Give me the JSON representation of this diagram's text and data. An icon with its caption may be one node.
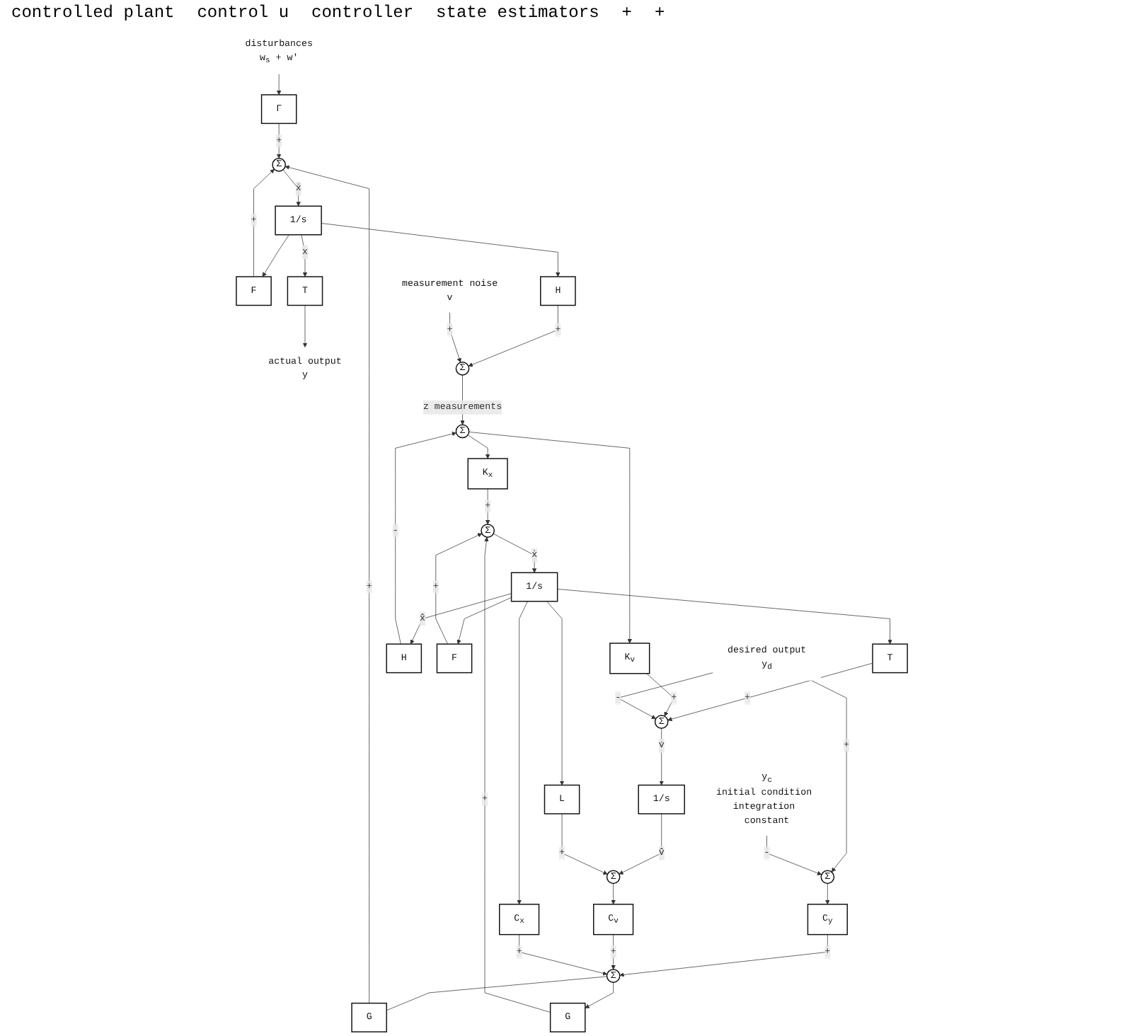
{
  "diagram": {
    "nodes": [
      {
        "text": [
          "disturbances",
          "w$_{s}$ + w'"
        ]
      },
      {
        "text": [
          "Γ"
        ]
      },
      {
        "text": [
          "G"
        ]
      },
      {
        "text": [
          "Σ"
        ]
      },
      {
        "text": [
          "1/s"
        ]
      },
      {
        "text": [
          "F"
        ]
      },
      {
        "text": [
          "T"
        ]
      },
      {
        "text": [
          "actual output",
          "y"
        ]
      },
      {
        "text": [
          "H"
        ]
      },
      {
        "text": [
          "Σ"
        ]
      },
      {
        "text": [
          "measurement noise",
          "v"
        ]
      },
      {
        "text": [
          "Σ"
        ]
      },
      {
        "text": [
          "desired output",
          "y$_{d}$"
        ]
      },
      {
        "text": [
          "H"
        ]
      },
      {
        "text": [
          "G"
        ]
      },
      {
        "text": [
          "Σ"
        ]
      },
      {
        "text": [
          "1/s"
        ]
      },
      {
        "text": [
          "K$_{x}$"
        ]
      },
      {
        "text": [
          "F"
        ]
      },
      {
        "text": [
          "T"
        ]
      },
      {
        "text": [
          "Σ"
        ]
      },
      {
        "text": [
          "1/s"
        ]
      },
      {
        "text": [
          "K$_{v}$"
        ]
      },
      {
        "text": [
          "Σ"
        ]
      },
      {
        "text": [
          "C$_{y}$"
        ]
      },
      {
        "text": [
          "C$_{v}$"
        ]
      },
      {
        "text": [
          "C$_{x}$"
        ]
      },
      {
        "text": [
          "Σ"
        ]
      },
      {
        "text": [
          "Σ"
        ]
      },
      {
        "text": [
          "L"
        ]
      },
      {
        "text": [
          "y$_{c}$",
          "initial condition integration constant"
        ]
      }
    ],
    "edges": [
      {
        "from": 0,
        "to": 1,
        "arrow": "to"
      },
      {
        "from": 1,
        "to": 3,
        "arrow": "to",
        "label": "+"
      },
      {
        "from": 2,
        "to": 3,
        "arrow": "to",
        "label": "+"
      },
      {
        "from": 3,
        "to": 4,
        "arrow": "to",
        "label": "ẋ"
      },
      {
        "from": 4,
        "to": 6,
        "arrow": "to",
        "label": "x"
      },
      {
        "from": 4,
        "to": 5,
        "arrow": "to"
      },
      {
        "from": 4,
        "to": 8,
        "arrow": "to"
      },
      {
        "from": 5,
        "to": 3,
        "arrow": "to",
        "label": "+"
      },
      {
        "from": 6,
        "to": 7,
        "arrow": "to"
      },
      {
        "from": 8,
        "to": 9,
        "arrow": "to",
        "label": "+"
      },
      {
        "from": 10,
        "to": 9,
        "arrow": "to",
        "label": "+"
      },
      {
        "from": 9,
        "to": 11,
        "arrow": "to",
        "label": "z measurements"
      },
      {
        "from": 13,
        "to": 11,
        "arrow": "to",
        "label": "-"
      },
      {
        "from": 11,
        "to": 17,
        "arrow": "to"
      },
      {
        "from": 11,
        "to": 22,
        "arrow": "to"
      },
      {
        "from": 23,
        "to": 2,
        "arrow": "none"
      },
      {
        "from": 23,
        "to": 14,
        "arrow": "to"
      },
      {
        "from": 14,
        "to": 15,
        "arrow": "to",
        "label": "+"
      },
      {
        "from": 15,
        "to": 16,
        "arrow": "to",
        "label": "ẋ"
      },
      {
        "from": 16,
        "to": 13,
        "arrow": "to",
        "label": "x̂"
      },
      {
        "from": 16,
        "to": 18,
        "arrow": "to"
      },
      {
        "from": 16,
        "to": 19,
        "arrow": "to"
      },
      {
        "from": 16,
        "to": 26,
        "arrow": "to"
      },
      {
        "from": 16,
        "to": 29,
        "arrow": "to"
      },
      {
        "from": 17,
        "to": 15,
        "arrow": "to",
        "label": "+"
      },
      {
        "from": 18,
        "to": 15,
        "arrow": "to",
        "label": "+"
      },
      {
        "from": 19,
        "to": 20,
        "arrow": "to",
        "label": "+"
      },
      {
        "from": 22,
        "to": 20,
        "arrow": "to",
        "label": "+"
      },
      {
        "from": 20,
        "to": 21,
        "arrow": "to",
        "label": "v̇"
      },
      {
        "from": 21,
        "to": 28,
        "arrow": "to",
        "label": "v̂"
      },
      {
        "from": 29,
        "to": 28,
        "arrow": "to",
        "label": "+"
      },
      {
        "from": 28,
        "to": 25,
        "arrow": "to"
      },
      {
        "from": 27,
        "to": 24,
        "arrow": "to"
      },
      {
        "from": 12,
        "to": 27,
        "arrow": "to",
        "label": "+"
      },
      {
        "from": 12,
        "to": 20,
        "arrow": "to",
        "label": "-"
      },
      {
        "from": 30,
        "to": 27,
        "arrow": "to",
        "label": "-"
      },
      {
        "from": 24,
        "to": 23,
        "arrow": "to",
        "label": "+"
      },
      {
        "from": 25,
        "to": 23,
        "arrow": "to",
        "label": "+"
      },
      {
        "from": 26,
        "to": 23,
        "arrow": "to",
        "label": "+"
      }
    ],
    "labels": [
      "controlled plant",
      "control u",
      "controller",
      "state estimators",
      "+",
      "+"
    ]
  }
}
